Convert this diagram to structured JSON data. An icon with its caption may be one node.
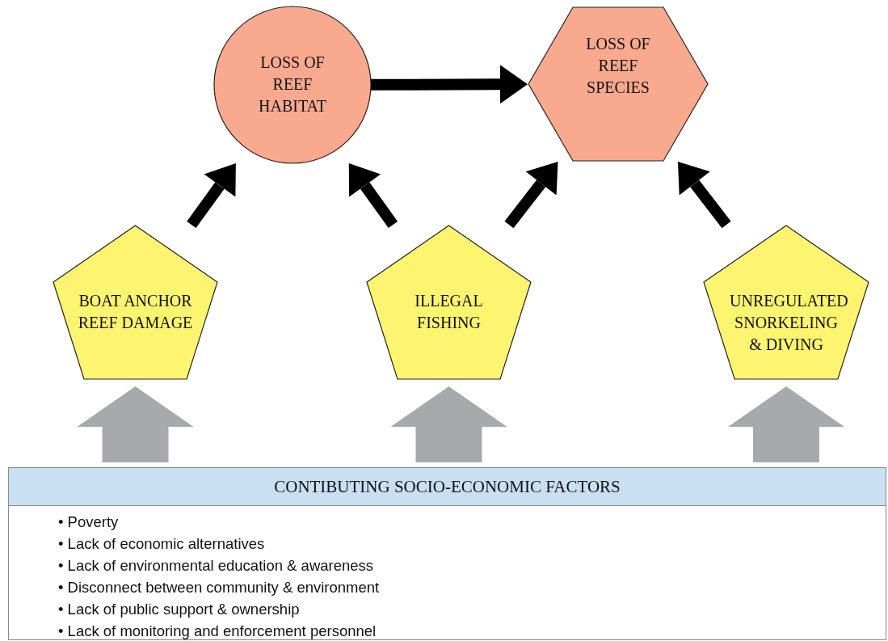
{
  "diagram": {
    "nodes": [
      {
        "text": [
          "LOSS OF REEF HABITAT"
        ]
      },
      {
        "text": [
          "LOSS OF REEF SPECIES"
        ]
      },
      {
        "text": [
          "BOAT ANCHOR REEF DAMAGE"
        ]
      },
      {
        "text": [
          "ILLEGAL FISHING"
        ]
      },
      {
        "text": [
          "UNREGULATED SNORKELING & DIVING"
        ]
      },
      {
        "text": [
          "CONTIBUTING SOCIO-ECONOMIC FACTORS",
          "• Poverty",
          "• Lack of economic alternatives",
          "• Lack of environmental education & awareness",
          "• Disconnect between community & environment",
          "• Lack of public support & ownership",
          "• Lack of monitoring and enforcement personnel"
        ]
      }
    ],
    "edges": [
      {
        "from": 0,
        "to": 1,
        "arrow": "to"
      },
      {
        "from": 2,
        "to": 0,
        "arrow": "to"
      },
      {
        "from": 3,
        "to": 0,
        "arrow": "to"
      },
      {
        "from": 3,
        "to": 1,
        "arrow": "to"
      },
      {
        "from": 4,
        "to": 1,
        "arrow": "to"
      },
      {
        "from": 5,
        "to": 2,
        "arrow": "to",
        "style": "thick",
        "color": "#a7a9ac"
      },
      {
        "from": 5,
        "to": 3,
        "arrow": "to",
        "style": "thick",
        "color": "#a7a9ac"
      },
      {
        "from": 5,
        "to": 4,
        "arrow": "to",
        "style": "thick",
        "color": "#a7a9ac"
      }
    ]
  }
}
